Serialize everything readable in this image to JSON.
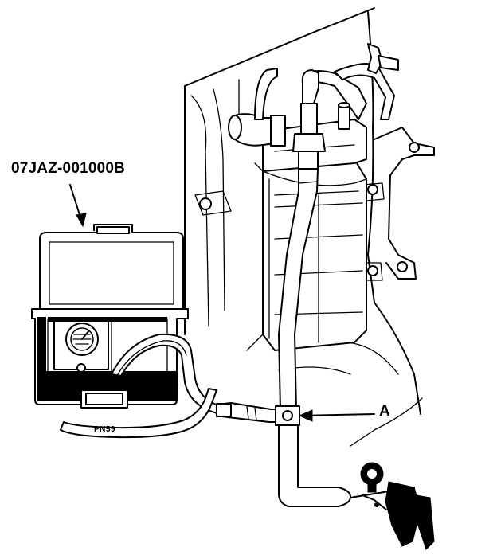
{
  "labels": {
    "tester_part_number": "07JAZ-001000B",
    "callout_a": "A",
    "hose_marking": "PN59"
  }
}
